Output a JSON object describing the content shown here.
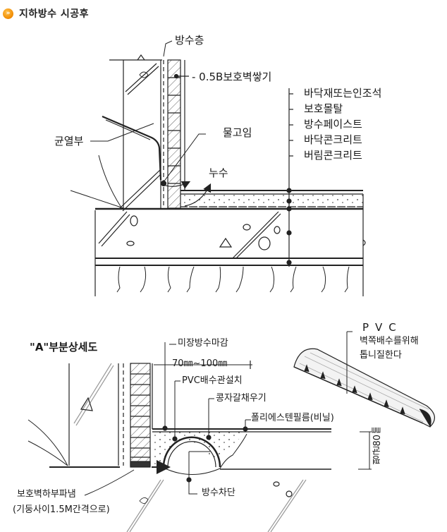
{
  "header": {
    "icon": "double-chevron-right-icon",
    "bullet_glyph": "»",
    "title": "지하방수 시공후"
  },
  "section_top": {
    "labels": {
      "waterproof_layer": "방수층",
      "protective_wall": "- 0.5B보호벽쌓기",
      "crack": "균열부",
      "water_pooling": "물고임",
      "leak": "누수"
    },
    "floor_layers": [
      "바닥재또는인조석",
      "보호몰탈",
      "방수페이스트",
      "바닥콘크리트",
      "버림콘크리트"
    ]
  },
  "section_detail": {
    "title": "\"A\"부분상세도",
    "labels": {
      "plaster_waterproof_finish": "미장방수마감",
      "dimension": "70㎜~100㎜",
      "pvc_drain_install": "PVC배수관설치",
      "gravel_fill": "콩자갈채우기",
      "polyethylene_film": "폴리에스텐필름(비닐)",
      "avg_thickness": "평균80㎜",
      "protective_wall_bottom_1": "보호벽하부파냄",
      "protective_wall_bottom_2": "(기둥사이1.5M간격으로)",
      "water_block": "방수차단"
    },
    "pvc_note": {
      "title": "PVC",
      "line1": "벽쪽배수를위해",
      "line2": "톱니질한다"
    }
  }
}
